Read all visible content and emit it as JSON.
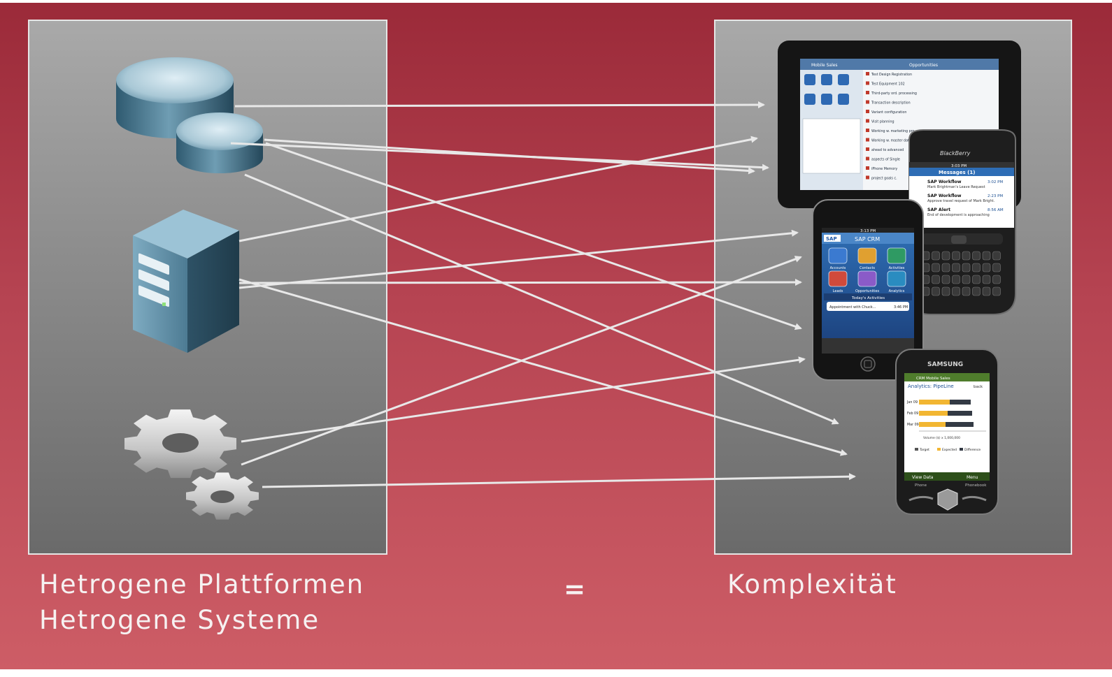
{
  "captions": {
    "line1": "Hetrogene Plattformen",
    "line2": "Hetrogene Systeme",
    "equals": "=",
    "result": "Komplexität"
  },
  "devices": {
    "tablet": {
      "header": "Mobile Sales",
      "panel_title": "Opportunities",
      "items": [
        "Test Design Registration",
        "Test Equipment 102",
        "Third-party ord. processing",
        "Transaction description",
        "Variant configuration",
        "Visit planning",
        "Working w. marketing pro.",
        "Working w. master dat.",
        "ahead to advanced",
        "aspects of Single",
        "iPhone Memory",
        "project goals c."
      ]
    },
    "blackberry": {
      "brand": "BlackBerry",
      "time": "3:03 PM",
      "header": "Messages (1)",
      "messages": [
        {
          "title": "SAP Workflow",
          "time": "3:02 PM",
          "text": "Mark Brightman's Leave Request"
        },
        {
          "title": "SAP Workflow",
          "time": "2:23 PM",
          "text": "Approve travel request of Mark Bright."
        },
        {
          "title": "SAP Alert",
          "time": "8:56 AM",
          "text": "End of development is approaching"
        }
      ]
    },
    "iphone": {
      "time": "3:13 PM",
      "logo": "SAP",
      "title": "SAP CRM",
      "apps": [
        "Accounts",
        "Contacts",
        "Activities",
        "Leads",
        "Opportunities",
        "Analytics"
      ],
      "activities_title": "Today's Activities",
      "activity": "Appointment with Chuck...",
      "activity_time": "3:46 PM"
    },
    "samsung": {
      "brand": "SAMSUNG",
      "app_title": "CRM Mobile Sales",
      "screen_title": "Analytics: PipeLine",
      "back_label": "back",
      "rows": [
        "Jan 09",
        "Feb 09",
        "Mar 09"
      ],
      "axis_label": "Volume ($) x 1,000,000",
      "legend": [
        "Target",
        "Expected",
        "Difference"
      ],
      "softkeys": [
        "View Data",
        "Menu"
      ],
      "bottom_keys": [
        "Phone",
        "Phonebook"
      ]
    }
  },
  "colors": {
    "slide_top": "#9b2a39",
    "slide_bottom": "#cd5d66",
    "arrow": "#e8e8e8",
    "database": "#5d8aa0",
    "server": "#4f7c95"
  },
  "icons": [
    "database-icon",
    "server-icon",
    "gears-icon"
  ]
}
